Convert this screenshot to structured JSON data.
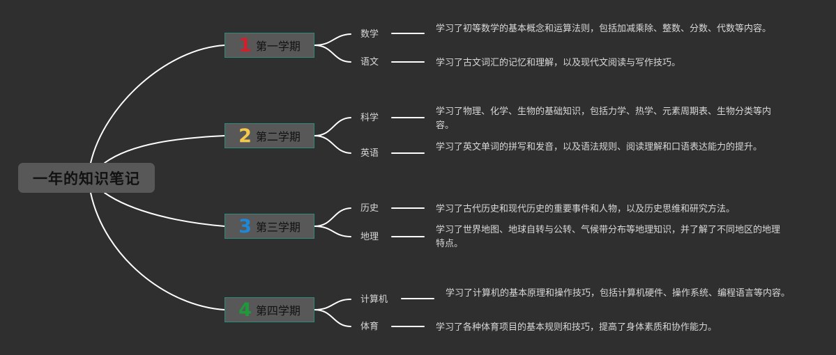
{
  "root": {
    "title": "一年的知识笔记"
  },
  "colors": {
    "background": "#2f2f2f",
    "node": "#585858",
    "node_border": "#2f8a7a",
    "line": "#ffffff"
  },
  "semesters": [
    {
      "number": "1",
      "number_color": "#d0202c",
      "label": "第一学期",
      "subjects": [
        {
          "name": "数学",
          "desc": "学习了初等数学的基本概念和运算法则，包括加减乘除、整数、分数、代数等内容。"
        },
        {
          "name": "语文",
          "desc": "学习了古文词汇的记忆和理解，以及现代文阅读与写作技巧。"
        }
      ]
    },
    {
      "number": "2",
      "number_color": "#f2c94c",
      "label": "第二学期",
      "subjects": [
        {
          "name": "科学",
          "desc": "学习了物理、化学、生物的基础知识，包括力学、热学、元素周期表、生物分类等内容。"
        },
        {
          "name": "英语",
          "desc": "学习了英文单词的拼写和发音，以及语法规则、阅读理解和口语表达能力的提升。"
        }
      ]
    },
    {
      "number": "3",
      "number_color": "#1e88d8",
      "label": "第三学期",
      "subjects": [
        {
          "name": "历史",
          "desc": "学习了古代历史和现代历史的重要事件和人物，以及历史思维和研究方法。"
        },
        {
          "name": "地理",
          "desc": "学习了世界地图、地球自转与公转、气候带分布等地理知识，并了解了不同地区的地理特点。"
        }
      ]
    },
    {
      "number": "4",
      "number_color": "#1f9a3a",
      "label": "第四学期",
      "subjects": [
        {
          "name": "计算机",
          "desc": "学习了计算机的基本原理和操作技巧，包括计算机硬件、操作系统、编程语言等内容。"
        },
        {
          "name": "体育",
          "desc": "学习了各种体育项目的基本规则和技巧，提高了身体素质和协作能力。"
        }
      ]
    }
  ]
}
